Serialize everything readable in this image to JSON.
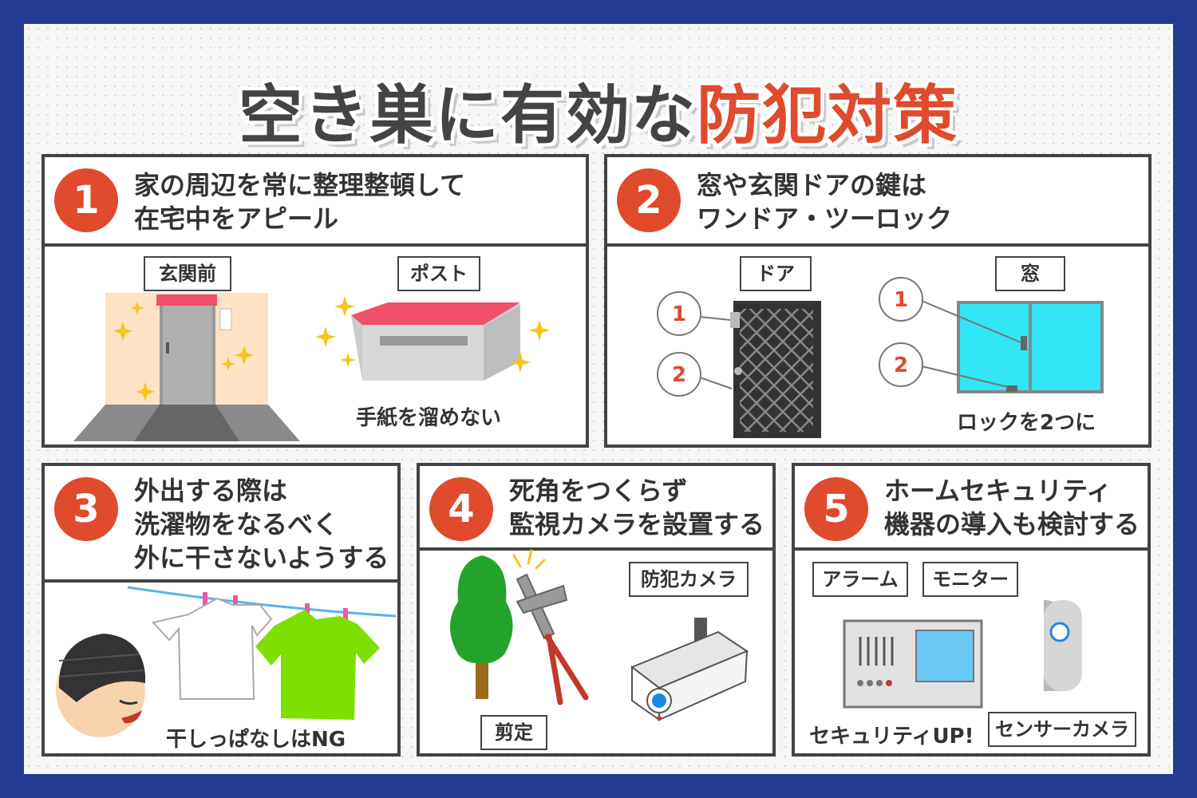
{
  "title": {
    "part1": "空き巣に有効な",
    "part2": "防犯対策"
  },
  "colors": {
    "frame": "#233b93",
    "accent": "#e04a2d",
    "border": "#444444"
  },
  "panels": [
    {
      "number": "1",
      "heading": "家の周辺を常に整理整頓して\n在宅中をアピール",
      "tags": [
        "玄関前",
        "ポスト"
      ],
      "caption": "手紙を溜めない"
    },
    {
      "number": "2",
      "heading": "窓や玄関ドアの鍵は\nワンドア・ツーロック",
      "tags": [
        "ドア",
        "窓"
      ],
      "bubbles": [
        "1",
        "2",
        "1",
        "2"
      ],
      "caption": "ロックを2つに"
    },
    {
      "number": "3",
      "heading": "外出する際は\n洗濯物をなるべく\n外に干さないようする",
      "caption": "干しっぱなしはNG"
    },
    {
      "number": "4",
      "heading": "死角をつくらず\n監視カメラを設置する",
      "tags": [
        "防犯カメラ",
        "剪定"
      ]
    },
    {
      "number": "5",
      "heading": "ホームセキュリティ\n機器の導入も検討する",
      "tags": [
        "アラーム",
        "モニター",
        "センサーカメラ"
      ],
      "caption": "セキュリティUP!"
    }
  ]
}
